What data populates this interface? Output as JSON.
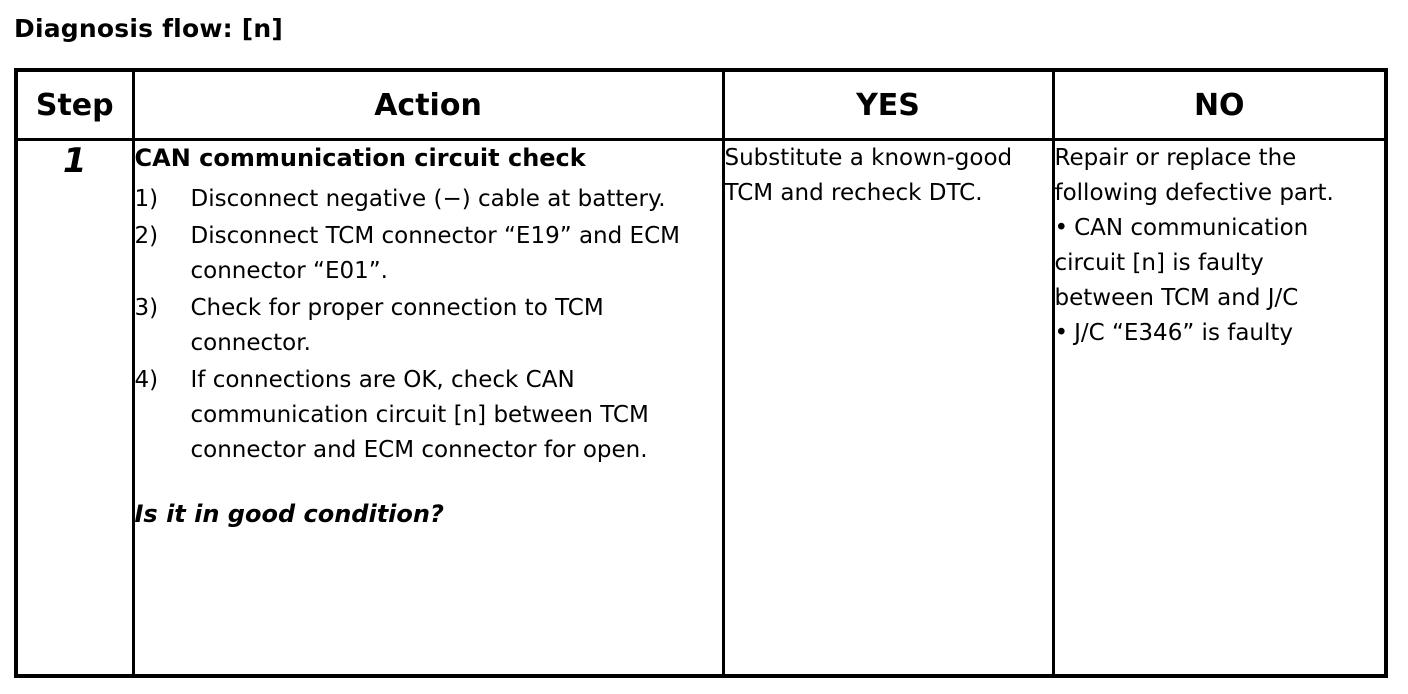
{
  "document": {
    "title": "Diagnosis flow: [n]"
  },
  "table": {
    "headers": {
      "step": "Step",
      "action": "Action",
      "yes": "YES",
      "no": "NO"
    },
    "rows": [
      {
        "step": "1",
        "action": {
          "title": "CAN communication circuit check",
          "steps": [
            {
              "num": "1)",
              "text": "Disconnect negative (−) cable at battery."
            },
            {
              "num": "2)",
              "text": "Disconnect TCM connector “E19” and ECM connector “E01”."
            },
            {
              "num": "3)",
              "text": "Check for proper connection to TCM connector."
            },
            {
              "num": "4)",
              "text": "If connections are OK, check CAN communication circuit [n] between TCM connector and ECM connector for open."
            }
          ],
          "question": "Is it in good condition?"
        },
        "yes": {
          "text": "Substitute a known-good TCM and recheck DTC."
        },
        "no": {
          "lead": "Repair or replace the following defective part.",
          "bullet_glyph": "•",
          "bullets": [
            "CAN communication circuit [n] is faulty between TCM and J/C",
            "J/C “E346” is faulty"
          ]
        }
      }
    ]
  },
  "colors": {
    "background": "#ffffff",
    "text": "#000000",
    "border": "#000000"
  }
}
